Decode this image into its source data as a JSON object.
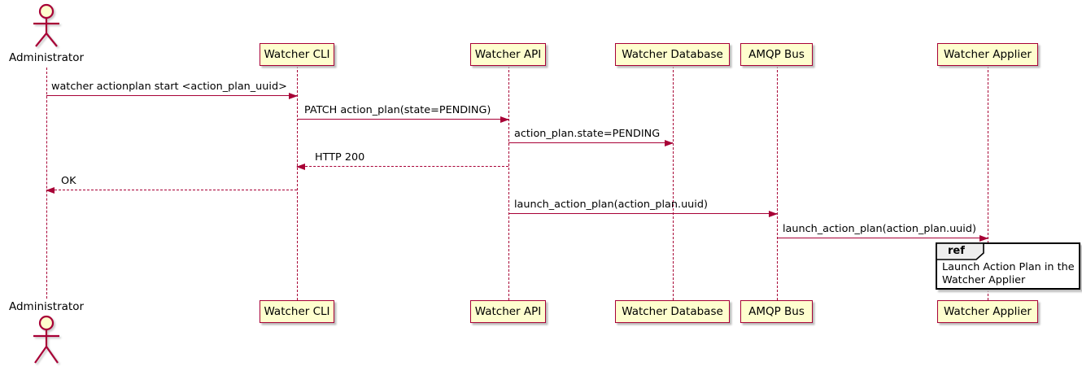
{
  "colors": {
    "stroke": "#A80036",
    "participant_fill": "#FEFECE",
    "ref_header_fill": "#EEEEEE",
    "ref_border": "#000000",
    "text": "#000000"
  },
  "actor": {
    "name": "Administrator"
  },
  "participants": [
    {
      "id": "watcher-cli",
      "label": "Watcher CLI"
    },
    {
      "id": "watcher-api",
      "label": "Watcher API"
    },
    {
      "id": "watcher-database",
      "label": "Watcher Database"
    },
    {
      "id": "amqp-bus",
      "label": "AMQP Bus"
    },
    {
      "id": "watcher-applier",
      "label": "Watcher Applier"
    }
  ],
  "messages": [
    {
      "from": "Administrator",
      "to": "Watcher CLI",
      "text": "watcher actionplan start <action_plan_uuid>",
      "line": "solid",
      "direction": "right"
    },
    {
      "from": "Watcher CLI",
      "to": "Watcher API",
      "text": "PATCH action_plan(state=PENDING)",
      "line": "solid",
      "direction": "right"
    },
    {
      "from": "Watcher API",
      "to": "Watcher Database",
      "text": "action_plan.state=PENDING",
      "line": "solid",
      "direction": "right"
    },
    {
      "from": "Watcher API",
      "to": "Watcher CLI",
      "text": "HTTP 200",
      "line": "dashed",
      "direction": "left"
    },
    {
      "from": "Watcher CLI",
      "to": "Administrator",
      "text": "OK",
      "line": "dashed",
      "direction": "left"
    },
    {
      "from": "Watcher API",
      "to": "AMQP Bus",
      "text": "launch_action_plan(action_plan.uuid)",
      "line": "solid",
      "direction": "right"
    },
    {
      "from": "AMQP Bus",
      "to": "Watcher Applier",
      "text": "launch_action_plan(action_plan.uuid)",
      "line": "solid",
      "direction": "right"
    }
  ],
  "ref": {
    "keyword": "ref",
    "over": "Watcher Applier",
    "lines": [
      "Launch Action Plan in the",
      "Watcher Applier"
    ]
  }
}
